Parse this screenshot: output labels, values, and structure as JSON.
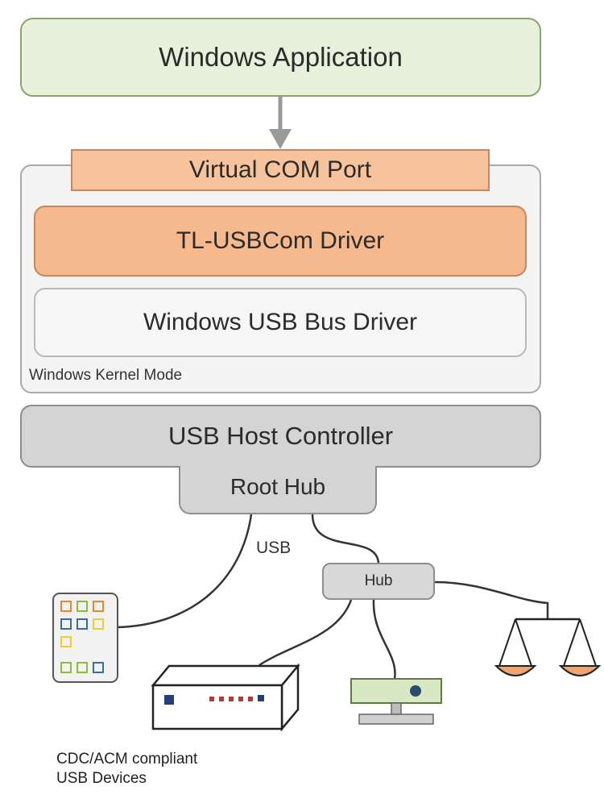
{
  "diagram": {
    "app_label": "Windows Application",
    "vcom_label": "Virtual COM Port",
    "driver_label": "TL-USBCom Driver",
    "bus_driver_label": "Windows USB Bus Driver",
    "kernel_label": "Windows Kernel Mode",
    "host_label": "USB Host Controller",
    "root_hub_label": "Root Hub",
    "usb_label": "USB",
    "hub_label": "Hub",
    "devices_label_line1": "CDC/ACM compliant",
    "devices_label_line2": "USB Devices"
  },
  "icons": [
    "arrow-down-icon",
    "keypad-device-icon",
    "network-switch-icon",
    "projector-device-icon",
    "scale-device-icon"
  ],
  "colors": {
    "app_fill": "#e8f1dc",
    "driver_fill": "#f6b98e",
    "host_fill": "#d4d4d4"
  }
}
